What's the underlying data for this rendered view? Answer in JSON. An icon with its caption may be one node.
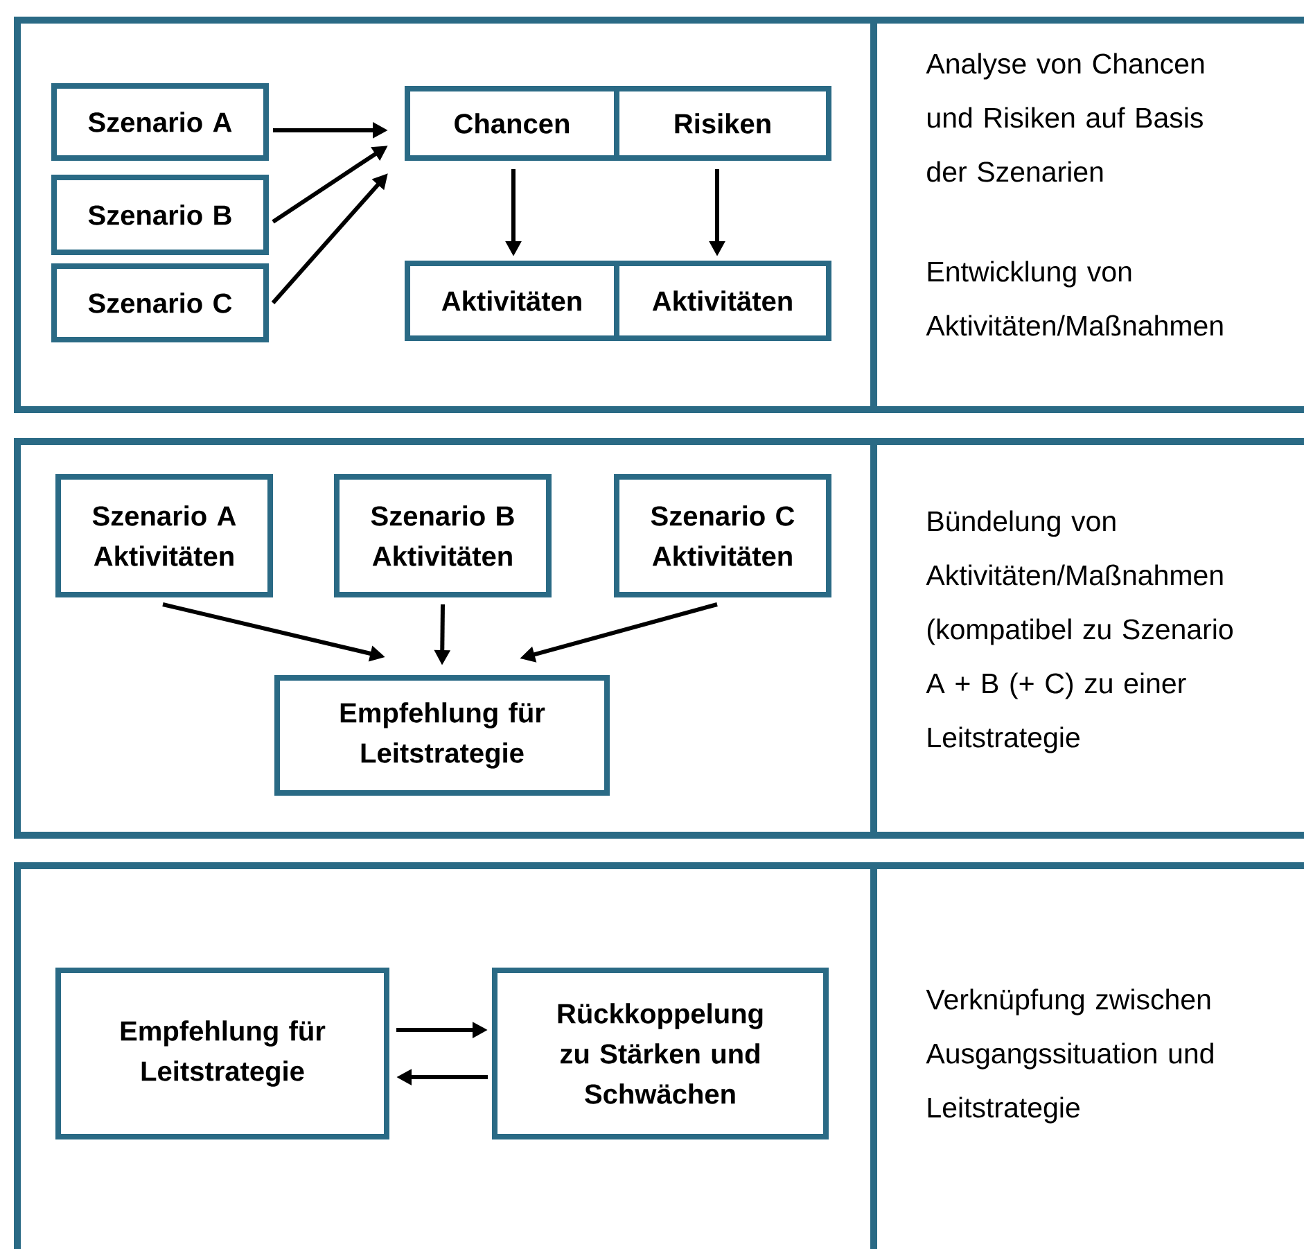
{
  "diagram": {
    "nodes": [
      {
        "text": [],
        "shape": "box"
      },
      {
        "text": [
          "Szenario A"
        ],
        "in": 0
      },
      {
        "text": [
          "Szenario B"
        ],
        "in": 0
      },
      {
        "text": [
          "Szenario C"
        ],
        "in": 0
      },
      {
        "text": [
          "Chancen"
        ],
        "in": 0
      },
      {
        "text": [
          "Risiken"
        ],
        "in": 0
      },
      {
        "text": [
          "Aktivitäten"
        ],
        "in": 0
      },
      {
        "text": [
          "Aktivitäten"
        ],
        "in": 0
      },
      {
        "text": [
          "Analyse von Chancen und Risiken auf Basis der Szenarien",
          "Entwicklung von Aktivitäten/Maßnahmen"
        ]
      },
      {
        "text": [],
        "shape": "box"
      },
      {
        "text": [
          "Szenario A Aktivitäten"
        ],
        "in": 9
      },
      {
        "text": [
          "Szenario B Aktivitäten"
        ],
        "in": 9
      },
      {
        "text": [
          "Szenario C Aktivitäten"
        ],
        "in": 9
      },
      {
        "text": [
          "Empfehlung für Leitstrategie"
        ],
        "in": 9
      },
      {
        "text": [
          "Bündelung von Aktivitäten/Maßnahmen (kompatibel zu Szenario A + B (+ C) zu einer Leitstrategie"
        ]
      },
      {
        "text": [],
        "shape": "box"
      },
      {
        "text": [
          "Empfehlung für Leitstrategie"
        ],
        "in": 15
      },
      {
        "text": [
          "Rückkoppelung zu Stärken und Schwächen"
        ],
        "in": 15
      },
      {
        "text": [
          "Verknüpfung zwischen Ausgangssituation und Leitstrategie"
        ]
      }
    ],
    "edges": [
      {
        "from": 1,
        "to": 4,
        "arrow": "to"
      },
      {
        "from": 2,
        "to": 4,
        "arrow": "to"
      },
      {
        "from": 3,
        "to": 4,
        "arrow": "to"
      },
      {
        "from": 4,
        "to": 6,
        "arrow": "to"
      },
      {
        "from": 5,
        "to": 7,
        "arrow": "to"
      },
      {
        "from": 10,
        "to": 13,
        "arrow": "to"
      },
      {
        "from": 11,
        "to": 13,
        "arrow": "to"
      },
      {
        "from": 12,
        "to": 13,
        "arrow": "to"
      },
      {
        "from": 16,
        "to": 17,
        "arrow": "to"
      },
      {
        "from": 17,
        "to": 16,
        "arrow": "to"
      }
    ]
  }
}
